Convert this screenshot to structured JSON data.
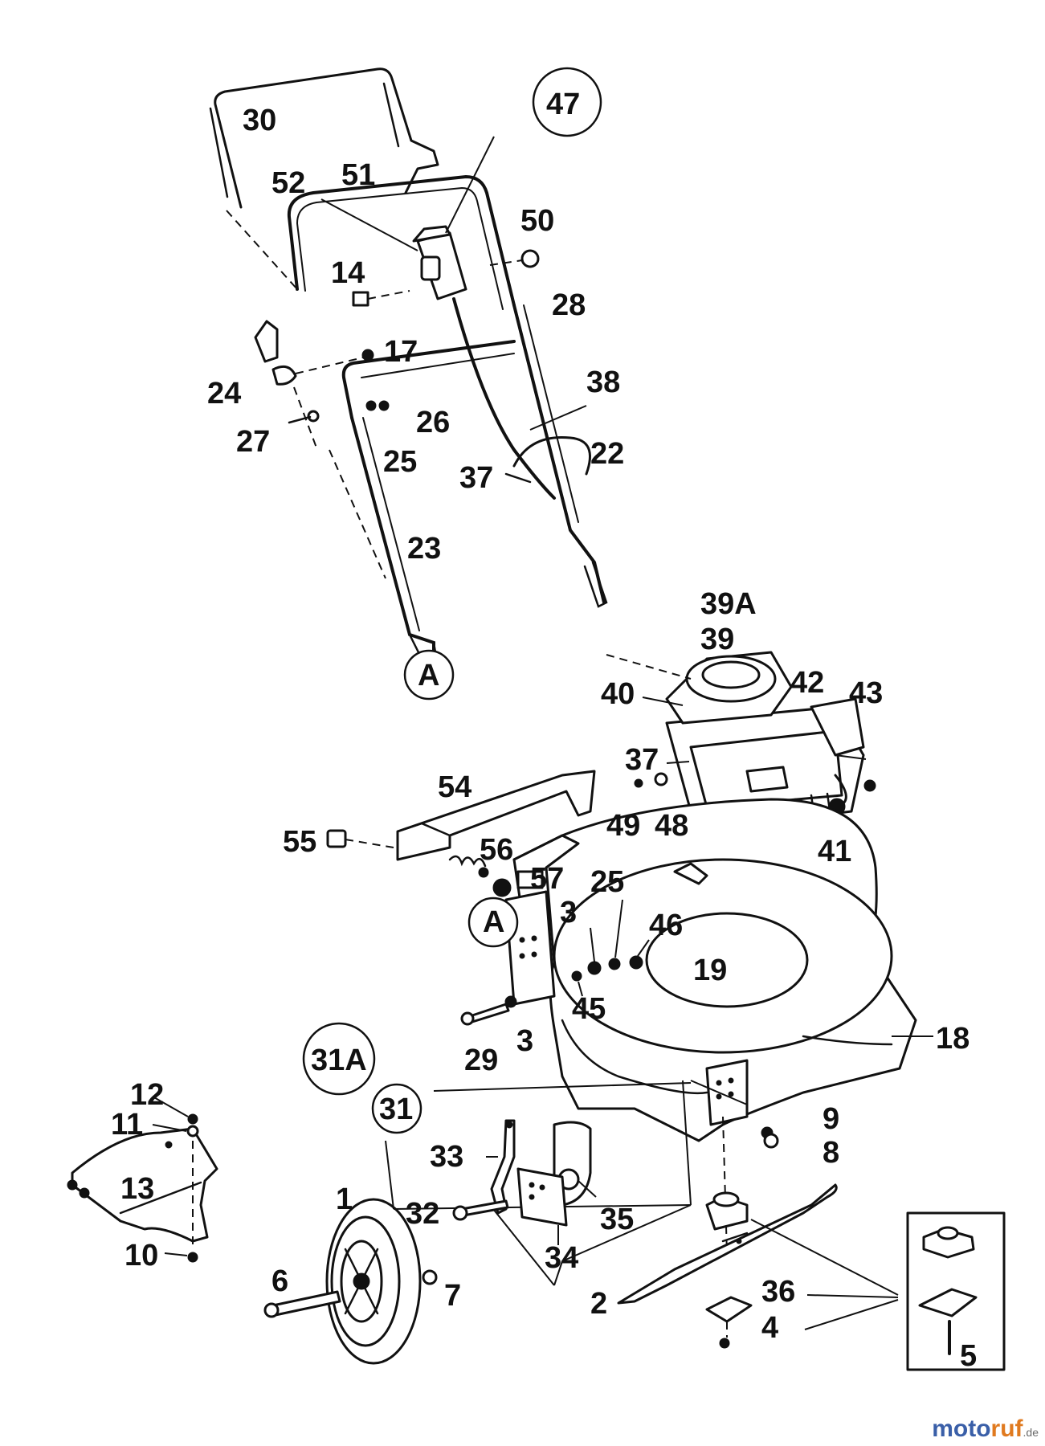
{
  "labels": {
    "p30": "30",
    "p47": "47",
    "p52": "52",
    "p51": "51",
    "p50": "50",
    "p14": "14",
    "p28": "28",
    "p17": "17",
    "p24": "24",
    "p38": "38",
    "p26": "26",
    "p27": "27",
    "p25a": "25",
    "p22": "22",
    "p37a": "37",
    "p23": "23",
    "pA1": "A",
    "p39A": "39A",
    "p39": "39",
    "p40": "40",
    "p42": "42",
    "p43": "43",
    "p37b": "37",
    "p49": "49",
    "p48": "48",
    "p41": "41",
    "p54": "54",
    "p55": "55",
    "p56": "56",
    "p57": "57",
    "p25b": "25",
    "p3a": "3",
    "p46": "46",
    "pA2": "A",
    "p19": "19",
    "p45": "45",
    "p29": "29",
    "p3b": "3",
    "p18": "18",
    "p31A": "31A",
    "p31": "31",
    "p12": "12",
    "p11": "11",
    "p13": "13",
    "p10": "10",
    "p33": "33",
    "p32": "32",
    "p35": "35",
    "p34": "34",
    "p9": "9",
    "p8": "8",
    "p1": "1",
    "p6": "6",
    "p7": "7",
    "p2": "2",
    "p36": "36",
    "p4": "4",
    "p5": "5"
  },
  "watermark": {
    "part1": "moto",
    "part2": "ruf",
    "part3": ".de"
  },
  "colors": {
    "ink": "#111111",
    "watermark_blue": "#3a5fa8",
    "watermark_orange": "#e07a1f"
  }
}
